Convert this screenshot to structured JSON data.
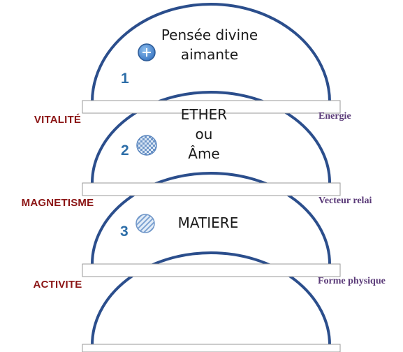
{
  "levels": [
    {
      "number": "1",
      "center_lines": [
        "Pensée divine",
        "aimante"
      ],
      "left_label": "VITALITÉ",
      "right_label": "Energie",
      "marker": "plus-circle-icon"
    },
    {
      "number": "2",
      "center_lines": [
        "ETHER",
        "ou",
        "Âme"
      ],
      "left_label": "MAGNETISME",
      "right_label": "Vecteur relai",
      "marker": "checkered-circle-icon"
    },
    {
      "number": "3",
      "center_lines": [
        "MATIERE"
      ],
      "left_label": "ACTIVITE",
      "right_label": "Forme physique",
      "marker": "hatched-circle-icon"
    }
  ],
  "colors": {
    "arc": "#2b4e8c",
    "left_label": "#8b1414",
    "right_label": "#5a3a78",
    "number": "#2d6ea8"
  }
}
